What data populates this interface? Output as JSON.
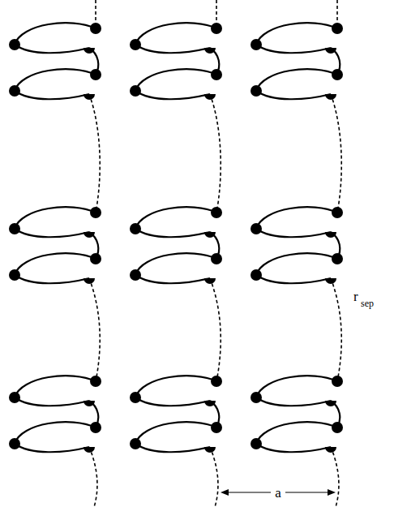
{
  "diagram": {
    "labels": [
      "r",
      "sep",
      "a"
    ]
  }
}
